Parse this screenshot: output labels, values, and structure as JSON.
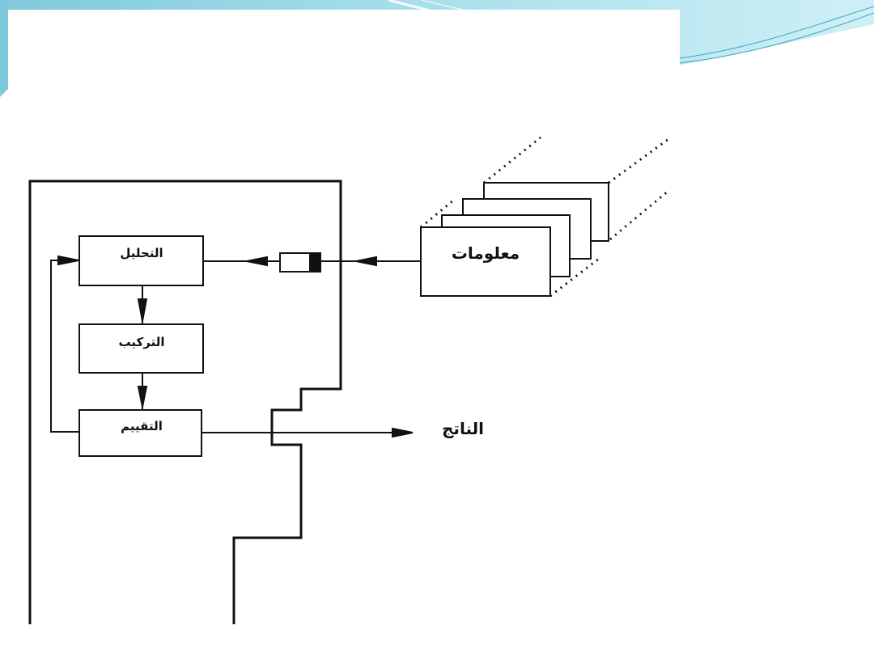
{
  "diagram": {
    "boxes": {
      "analysis": "التحليل",
      "synthesis": "التركيب",
      "evaluation": "التقييم",
      "information": "معلومات"
    },
    "output_label": "الناتج"
  },
  "colors": {
    "theme_band": "#8fd3e3",
    "theme_band_light": "#c4ecf4",
    "ink": "#111111"
  }
}
